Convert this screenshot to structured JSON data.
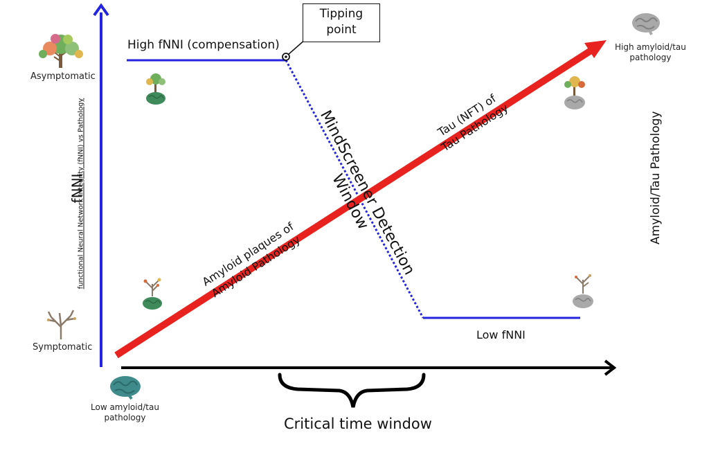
{
  "labels": {
    "high_fnni": "High fNNI (compensation)",
    "low_fnni": "Low fNNI",
    "tipping_point_line1": "Tipping",
    "tipping_point_line2": "point",
    "asymptomatic": "Asymptomatic",
    "symptomatic": "Symptomatic",
    "low_pathology_line1": "Low amyloid/tau",
    "low_pathology_line2": "pathology",
    "high_pathology_line1": "High amyloid/tau",
    "high_pathology_line2": "pathology",
    "y_axis_left": "fNNI",
    "y_axis_left_sub": "functional Neural Network Integrity (fNNI) vs Pathology",
    "y_axis_right": "Amyloid/Tau Pathology",
    "critical_window": "Critical time window",
    "amyloid_line1": "Amyloid plaques of",
    "amyloid_line2": "Amyloid Pathology",
    "tau_line1": "Tau (NFT) of",
    "tau_line2": "Tau Pathology",
    "detection_line1": "MindScreener Detection",
    "detection_line2": "Window"
  },
  "colors": {
    "fnni_line": "#2323e0",
    "pathology_line": "#e8231f",
    "x_axis": "#000000",
    "tree_leaves": "#6fae5b",
    "brain_green": "#3f8a5a",
    "brain_gray": "#a9a9a9"
  },
  "icons": {
    "asymptomatic_tree": "healthy-tree-icon",
    "symptomatic_tree": "bare-tree-icon",
    "low_pathology_brain": "healthy-brain-icon",
    "high_pathology_brain": "gray-brain-icon"
  }
}
